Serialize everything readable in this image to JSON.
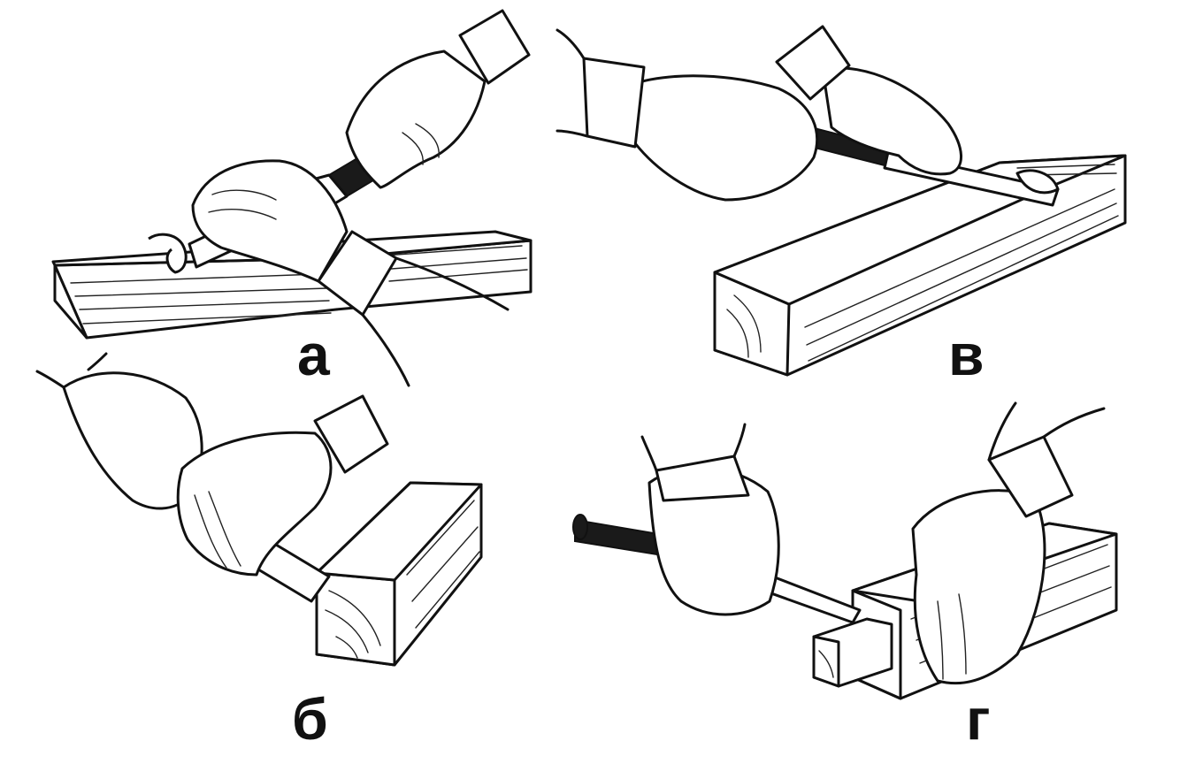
{
  "figure": {
    "panels": [
      {
        "id": "a",
        "label": "а"
      },
      {
        "id": "v",
        "label": "в"
      },
      {
        "id": "b",
        "label": "б"
      },
      {
        "id": "g",
        "label": "г"
      }
    ]
  }
}
